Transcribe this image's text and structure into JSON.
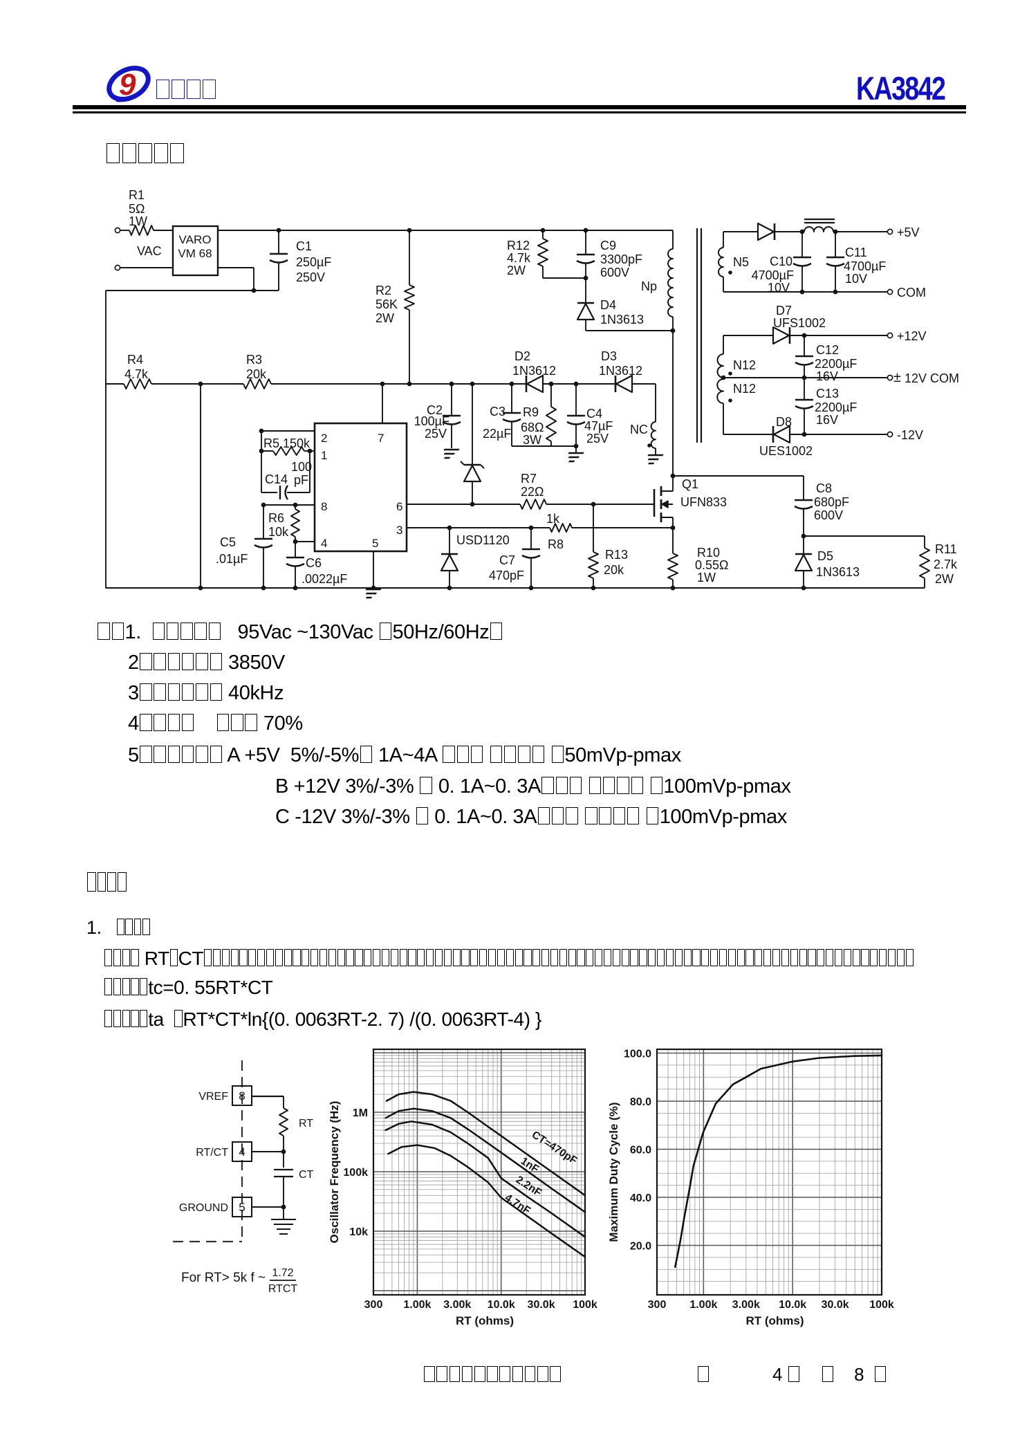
{
  "header": {
    "logo_char": "9",
    "company": "□□□□",
    "part": "KA3842"
  },
  "title": "□□□□□",
  "sch": {
    "r1": "R1",
    "r1v": "5Ω",
    "r1w": "1W",
    "vac": "VAC",
    "varo1": "VARO",
    "varo2": "VM 68",
    "c1": "C1",
    "c1v": "250µF",
    "c1u": "250V",
    "r2": "R2",
    "r2v": "56K",
    "r2w": "2W",
    "r4": "R4",
    "r4v": "4.7k",
    "r3": "R3",
    "r3v": "20k",
    "r12": "R12",
    "r12v": "4.7k",
    "r12w": "2W",
    "c9": "C9",
    "c9v": "3300pF",
    "c9u": "600V",
    "d4": "D4",
    "d4v": "1N3613",
    "np": "Np",
    "d2": "D2",
    "d2v": "1N3612",
    "d3": "D3",
    "d3v": "1N3612",
    "c2": "C2",
    "c2v": "100µF",
    "c2u": "25V",
    "c3": "C3",
    "c3v": "22µF",
    "r9": "R9",
    "r9v": "68Ω",
    "r9w": "3W",
    "c4": "C4",
    "c4v": "47µF",
    "c4u": "25V",
    "nc": "NC",
    "r5": "R5  150k",
    "c14": "C14",
    "c14v": "100",
    "c14u": "pF",
    "r6": "R6",
    "r6v": "10k",
    "c5": "C5",
    "c5v": ".01µF",
    "c6": "C6",
    "c6v": ".0022µF",
    "p1": "1",
    "p2": "2",
    "p3": "3",
    "p4": "4",
    "p5": "5",
    "p6": "6",
    "p7": "7",
    "p8": "8",
    "r7": "R7",
    "r7v": "22Ω",
    "r8": "1k",
    "r8n": "R8",
    "usd": "USD1120",
    "c7": "C7",
    "c7v": "470pF",
    "r13": "R13",
    "r13v": "20k",
    "q1": "Q1",
    "q1v": "UFN833",
    "r10": "R10",
    "r10v": "0.55Ω",
    "r10w": "1W",
    "c8": "C8",
    "c8v": "680pF",
    "c8u": "600V",
    "d5": "D5",
    "d5v": "1N3613",
    "r11": "R11",
    "r11v": "2.7k",
    "r11w": "2W",
    "n5": "N5",
    "n12a": "N12",
    "n12b": "N12",
    "d7": "D7",
    "d7v": "UFS1002",
    "d8": "D8",
    "d8v": "UES1002",
    "c10": "C10",
    "c10v": "4700µF",
    "c10u": "10V",
    "c11": "C11",
    "c11v": "4700µF",
    "c11u": "10V",
    "c12": "C12",
    "c12v": "2200µF",
    "c12u": "16V",
    "c13": "C13",
    "c13v": "2200µF",
    "c13u": "16V",
    "o5v": "+5V",
    "ocom": "COM",
    "o12": "+12V",
    "opm_sign": "±",
    "opm": "12V  COM",
    "om12": "-12V"
  },
  "notes": {
    "l1": "□□1.  □□□□□   95Vac ~130Vac □50Hz/60Hz□",
    "l2": "2□□□□□□ 3850V",
    "l3": "3□□□□□□ 40kHz",
    "l4": "4□□□□    □□□ 70%",
    "l5": "5□□□□□□ A +5V  5%/-5%□ 1A~4A □□□ □□□□ □50mVp-pmax",
    "lb": "B +12V 3%/-3% □ 0. 1A~0. 3A□□□ □□□□ □100mVp-pmax",
    "lc": "C -12V 3%/-3% □ 0. 1A~0. 3A□□□ □□□□ □100mVp-pmax"
  },
  "section": {
    "heading": "□□□□",
    "item": "1.   □□□□",
    "para": "□□□□ RT□CT□□□□□□□□□□□□□□□□□□□□□□□□□□□□□□□□□□□□□□□□□□□□□□□□□□□□□□□□□□□□□□□□□□□□□□□□□□□□□□□□",
    "f1": "□□□□□tc=0. 55RT*CT",
    "f2": "□□□□□ta  □RT*CT*ln{(0. 0063RT-2. 7) /(0. 0063RT-4) }"
  },
  "pd": {
    "vref": "VREF",
    "rtct": "RT/CT",
    "ground": "GROUND",
    "p8": "8",
    "p4": "4",
    "p5": "5",
    "rt": "RT",
    "ct": "CT",
    "f": "For  RT> 5k  f ~",
    "fn": "1.72",
    "fd": "RTCT"
  },
  "chart_data": [
    {
      "type": "line",
      "xlabel": "RT (ohms)",
      "ylabel": "Oscillator Frequency (Hz)",
      "x_scale": "log",
      "y_scale": "log",
      "xlim": [
        300,
        100000
      ],
      "ylim": [
        900,
        10000000
      ],
      "x_tick_values": [
        300,
        1000,
        3000,
        10000,
        30000,
        100000
      ],
      "x_tick_labels": [
        "300",
        "1.00k",
        "3.00k",
        "10.0k",
        "30.0k",
        "100k"
      ],
      "y_tick_values": [
        1000000,
        100000,
        10000
      ],
      "y_tick_labels": [
        "1M",
        "100k",
        "10k"
      ],
      "grid": "on",
      "legend_position": "on-curve",
      "series": [
        {
          "name": "CT=470pF",
          "points": [
            [
              430,
              1550000
            ],
            [
              600,
              2000000
            ],
            [
              900,
              2200000
            ],
            [
              1500,
              2000000
            ],
            [
              2500,
              1550000
            ],
            [
              4000,
              1000000
            ],
            [
              7000,
              570000
            ],
            [
              10000,
              400000
            ],
            [
              20000,
              200000
            ],
            [
              40000,
              100000
            ],
            [
              100000,
              40000
            ]
          ]
        },
        {
          "name": "1nF",
          "points": [
            [
              420,
              800000
            ],
            [
              600,
              1050000
            ],
            [
              900,
              1150000
            ],
            [
              1500,
              1050000
            ],
            [
              2500,
              800000
            ],
            [
              4000,
              520000
            ],
            [
              7000,
              300000
            ],
            [
              10000,
              210000
            ],
            [
              20000,
              105000
            ],
            [
              40000,
              52000
            ],
            [
              100000,
              21000
            ]
          ]
        },
        {
          "name": "2.2nF",
          "points": [
            [
              420,
              500000
            ],
            [
              600,
              640000
            ],
            [
              850,
              700000
            ],
            [
              1500,
              620000
            ],
            [
              2500,
              460000
            ],
            [
              4000,
              300000
            ],
            [
              7000,
              170000
            ],
            [
              10000,
              78000
            ],
            [
              20000,
              39000
            ],
            [
              40000,
              20000
            ],
            [
              100000,
              8000
            ]
          ]
        },
        {
          "name": "4.7nF",
          "points": [
            [
              450,
              200000
            ],
            [
              650,
              260000
            ],
            [
              1000,
              280000
            ],
            [
              1600,
              250000
            ],
            [
              2500,
              185000
            ],
            [
              4000,
              120000
            ],
            [
              7000,
              66000
            ],
            [
              10000,
              36600
            ],
            [
              20000,
              18300
            ],
            [
              40000,
              9150
            ],
            [
              100000,
              3700
            ]
          ]
        }
      ]
    },
    {
      "type": "line",
      "xlabel": "RT (ohms)",
      "ylabel": "Maximum Duty Cycle (%)",
      "x_scale": "log",
      "y_scale": "linear",
      "xlim": [
        300,
        100000
      ],
      "ylim": [
        0,
        100
      ],
      "x_tick_values": [
        300,
        1000,
        3000,
        10000,
        30000,
        100000
      ],
      "x_tick_labels": [
        "300",
        "1.00k",
        "3.00k",
        "10.0k",
        "30.0k",
        "100k"
      ],
      "y_tick_values": [
        100,
        80,
        60,
        40,
        20
      ],
      "y_tick_labels": [
        "100.0",
        "80.0",
        "60.0",
        "40.0",
        "20.0"
      ],
      "grid": "on",
      "series": [
        {
          "name": "max-duty-cycle",
          "points": [
            [
              480,
              11
            ],
            [
              550,
              22
            ],
            [
              610,
              32
            ],
            [
              700,
              44
            ],
            [
              770,
              53
            ],
            [
              990,
              67
            ],
            [
              1370,
              79
            ],
            [
              2140,
              87
            ],
            [
              3000,
              90
            ],
            [
              4400,
              93.5
            ],
            [
              10000,
              96.5
            ],
            [
              20000,
              98
            ],
            [
              50000,
              98.8
            ],
            [
              100000,
              99
            ]
          ]
        }
      ]
    }
  ],
  "footer": {
    "company": "□□□□□□□□□□□",
    "p1": "□",
    "p2": "4 □",
    "p3": "□    8  □"
  }
}
